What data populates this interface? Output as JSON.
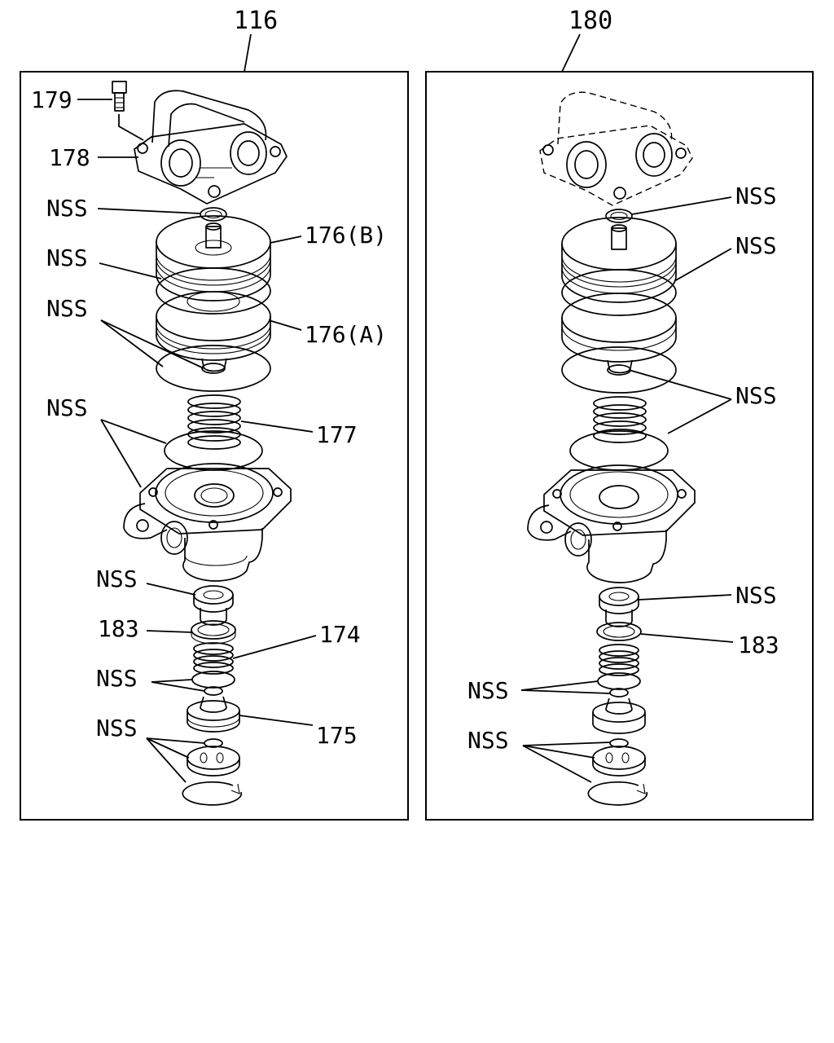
{
  "panels": [
    {
      "id": "116",
      "title": "116"
    },
    {
      "id": "180",
      "title": "180"
    }
  ],
  "left_labels": {
    "p179": "179",
    "p178": "178",
    "nss_seal_top": "NSS",
    "p176b": "176(B)",
    "nss_diaphragm_upper": "NSS",
    "p176a": "176(A)",
    "nss_diaphragm_lower": "NSS",
    "nss_body": "NSS",
    "p177": "177",
    "nss_valve_seat": "NSS",
    "p183": "183",
    "p174": "174",
    "nss_valve_spring": "NSS",
    "p175": "175",
    "nss_retainer": "NSS"
  },
  "right_labels": {
    "nss_seal_top": "NSS",
    "nss_diaphragm_upper": "NSS",
    "nss_diaphragm_lower": "NSS",
    "nss_valve_seat": "NSS",
    "p183": "183",
    "nss_valve_spring": "NSS",
    "nss_retainer": "NSS"
  }
}
